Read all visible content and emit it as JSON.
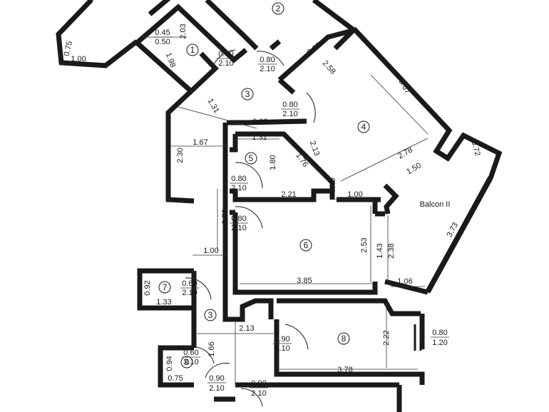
{
  "plan": {
    "balcony_label": "Balcon II",
    "rooms": [
      {
        "num": "1"
      },
      {
        "num": "2"
      },
      {
        "num": "3"
      },
      {
        "num": "4"
      },
      {
        "num": "5"
      },
      {
        "num": "6"
      },
      {
        "num": "7"
      },
      {
        "num": "3"
      },
      {
        "num": "8"
      },
      {
        "num": "9"
      }
    ],
    "dimensions": [
      "2.03",
      "0.75",
      "1.00",
      "1.98",
      "2.60",
      "2.58",
      "3.67",
      "1.31",
      "0.99",
      "1.31",
      "2.13",
      "1.67",
      "2.30",
      "1.80",
      "1.76",
      "2.78",
      "1.50",
      "0.72",
      "2.21",
      "0.40",
      "1.00",
      "3.52",
      "2.53",
      "1.43",
      "2.38",
      "3.73",
      "1.00",
      "3.85",
      "1.06",
      "0.92",
      "1.33",
      "2.13",
      "2.22",
      "1.66",
      "0.94",
      "0.75",
      "3.78"
    ],
    "doors": [
      {
        "top": "0.45",
        "bottom": "0.50"
      },
      {
        "top": "0.80",
        "bottom": "2.10"
      },
      {
        "top": "0.80",
        "bottom": "2.10"
      },
      {
        "top": "0.80",
        "bottom": "2.10"
      },
      {
        "top": "0.80",
        "bottom": "2.10"
      },
      {
        "top": "0.80",
        "bottom": "2.10"
      },
      {
        "top": "0.60",
        "bottom": "2.10"
      },
      {
        "top": "0.90",
        "bottom": "2.10"
      },
      {
        "top": "0.80",
        "bottom": "1.20"
      },
      {
        "top": "0.60",
        "bottom": "2.10"
      },
      {
        "top": "0.90",
        "bottom": "2.10"
      },
      {
        "top": "0.90",
        "bottom": "2.10"
      }
    ]
  }
}
